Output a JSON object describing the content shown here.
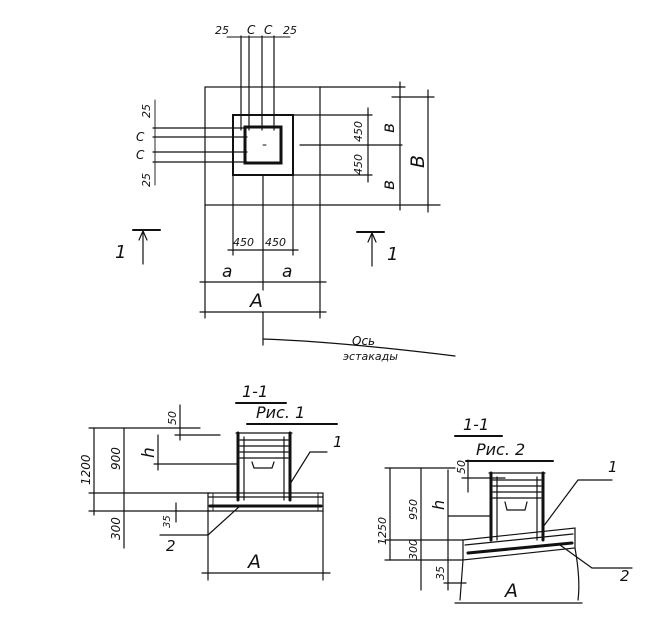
{
  "plan": {
    "top_dims": [
      "25",
      "C",
      "C",
      "25"
    ],
    "left_dims": [
      "25",
      "C",
      "C",
      "25"
    ],
    "right_inner_dims": [
      "450",
      "450"
    ],
    "right_b_labels": [
      "в",
      "в"
    ],
    "right_B_label": "В",
    "bottom_inner_dims": [
      "450",
      "450"
    ],
    "bottom_a_labels": [
      "а",
      "а"
    ],
    "bottom_A_label": "А",
    "section_mark_left": "1",
    "section_mark_right": "1",
    "axis_label_line1": "Ось",
    "axis_label_line2": "эстакады"
  },
  "fig1": {
    "section_label": "1-1",
    "caption": "Рис. 1",
    "dim_1200": "1200",
    "dim_900": "900",
    "dim_300": "300",
    "dim_h": "h",
    "dim_50": "50",
    "dim_35": "35",
    "callout_1": "1",
    "callout_2": "2",
    "width_label": "А"
  },
  "fig2": {
    "section_label": "1-1",
    "caption": "Рис. 2",
    "dim_1250": "1250",
    "dim_950": "950",
    "dim_300": "300",
    "dim_35": "35",
    "dim_h": "h",
    "dim_50": "50",
    "callout_1": "1",
    "callout_2": "2",
    "width_label": "А"
  }
}
